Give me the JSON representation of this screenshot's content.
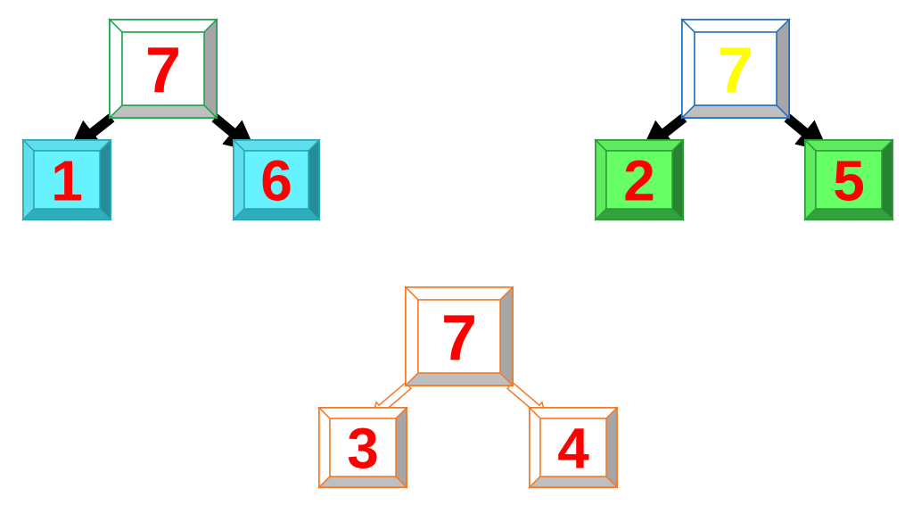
{
  "groups": [
    {
      "id": "group-1",
      "frame_color": "#1aa34a",
      "arrow_style": "solid",
      "parent": {
        "label": "7",
        "text_color": "#ff0000",
        "fill": "#ffffff",
        "rim": "#1aa34a"
      },
      "children": [
        {
          "label": "1",
          "text_color": "#ff0000",
          "fill": "#66f2ff",
          "rim": "#2aa6b4"
        },
        {
          "label": "6",
          "text_color": "#ff0000",
          "fill": "#66f2ff",
          "rim": "#2aa6b4"
        }
      ]
    },
    {
      "id": "group-2",
      "frame_color": "#1f6fc0",
      "arrow_style": "solid",
      "parent": {
        "label": "7",
        "text_color": "#ffff00",
        "fill": "#ffffff",
        "rim": "#1f6fc0"
      },
      "children": [
        {
          "label": "2",
          "text_color": "#ff0000",
          "fill": "#66ff66",
          "rim": "#2f9a3a"
        },
        {
          "label": "5",
          "text_color": "#ff0000",
          "fill": "#66ff66",
          "rim": "#2f9a3a"
        }
      ]
    },
    {
      "id": "group-3",
      "frame_color": "#f07a28",
      "arrow_style": "outline",
      "parent": {
        "label": "7",
        "text_color": "#ff0000",
        "fill": "#ffffff",
        "rim": "#f07a28"
      },
      "children": [
        {
          "label": "3",
          "text_color": "#ff0000",
          "fill": "#ffffff",
          "rim": "#f07a28"
        },
        {
          "label": "4",
          "text_color": "#ff0000",
          "fill": "#ffffff",
          "rim": "#f07a28"
        }
      ]
    }
  ]
}
